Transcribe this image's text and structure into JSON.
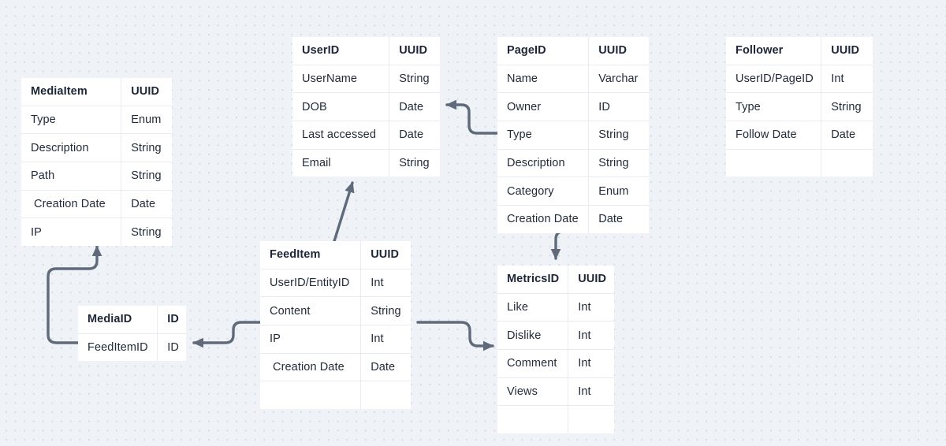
{
  "canvas": {
    "background_color": "#eff2f6",
    "dot_color": "#d3dae3",
    "connector_color": "#5f6b7b",
    "cell_background": "#ffffff",
    "text_color": "#222b3a"
  },
  "entities": [
    {
      "id": "mediaitem",
      "title": "MediaItem",
      "key_type": "UUID",
      "fields": [
        {
          "name": "Type",
          "type": "Enum"
        },
        {
          "name": "Description",
          "type": "String"
        },
        {
          "name": "Path",
          "type": "String"
        },
        {
          "name": "Creation Date",
          "type": "Date"
        },
        {
          "name": "IP",
          "type": "String"
        }
      ]
    },
    {
      "id": "userid",
      "title": "UserID",
      "key_type": "UUID",
      "fields": [
        {
          "name": "UserName",
          "type": "String"
        },
        {
          "name": "DOB",
          "type": "Date"
        },
        {
          "name": "Last accessed",
          "type": "Date"
        },
        {
          "name": "Email",
          "type": "String"
        }
      ]
    },
    {
      "id": "pageid",
      "title": "PageID",
      "key_type": "UUID",
      "fields": [
        {
          "name": "Name",
          "type": "Varchar"
        },
        {
          "name": "Owner",
          "type": "ID"
        },
        {
          "name": "Type",
          "type": "String"
        },
        {
          "name": "Description",
          "type": "String"
        },
        {
          "name": "Category",
          "type": "Enum"
        },
        {
          "name": "Creation Date",
          "type": "Date"
        }
      ]
    },
    {
      "id": "follower",
      "title": "Follower",
      "key_type": "UUID",
      "fields": [
        {
          "name": "UserID/PageID",
          "type": "Int"
        },
        {
          "name": "Type",
          "type": "String"
        },
        {
          "name": "Follow Date",
          "type": "Date"
        },
        {
          "name": "",
          "type": ""
        }
      ]
    },
    {
      "id": "feeditem",
      "title": "FeedItem",
      "key_type": "UUID",
      "fields": [
        {
          "name": "UserID/EntityID",
          "type": "Int"
        },
        {
          "name": "Content",
          "type": "String"
        },
        {
          "name": "IP",
          "type": "Int"
        },
        {
          "name": "Creation Date",
          "type": "Date"
        },
        {
          "name": "",
          "type": ""
        }
      ]
    },
    {
      "id": "metricsid",
      "title": "MetricsID",
      "key_type": "UUID",
      "fields": [
        {
          "name": "Like",
          "type": "Int"
        },
        {
          "name": "Dislike",
          "type": "Int"
        },
        {
          "name": "Comment",
          "type": "Int"
        },
        {
          "name": "Views",
          "type": "Int"
        },
        {
          "name": "",
          "type": ""
        }
      ]
    },
    {
      "id": "mediaid",
      "title": "MediaID",
      "key_type": "ID",
      "fields": [
        {
          "name": "FeedItemID",
          "type": "ID"
        }
      ]
    }
  ],
  "connectors": [
    {
      "id": "pageid-to-userid",
      "from": "pageid",
      "to": "userid",
      "shape": "elbow-left",
      "arrow_at": "userid.DOB"
    },
    {
      "id": "feeditem-to-userid",
      "from": "feeditem",
      "to": "userid",
      "shape": "diagonal-up",
      "arrow_at": "userid.bottom"
    },
    {
      "id": "pageid-to-metricsid",
      "from": "pageid",
      "to": "metricsid",
      "shape": "elbow-down",
      "arrow_at": "metricsid.top"
    },
    {
      "id": "feeditem-to-metricsid",
      "from": "feeditem",
      "to": "metricsid",
      "shape": "elbow-right-down",
      "arrow_at": "metricsid.left"
    },
    {
      "id": "feeditem-to-mediaid",
      "from": "feeditem",
      "to": "mediaid",
      "shape": "elbow-left",
      "arrow_at": "mediaid.right"
    },
    {
      "id": "mediaid-to-mediaitem",
      "from": "mediaid",
      "to": "mediaitem",
      "shape": "u-turn-up",
      "arrow_at": "mediaitem.bottom"
    }
  ]
}
